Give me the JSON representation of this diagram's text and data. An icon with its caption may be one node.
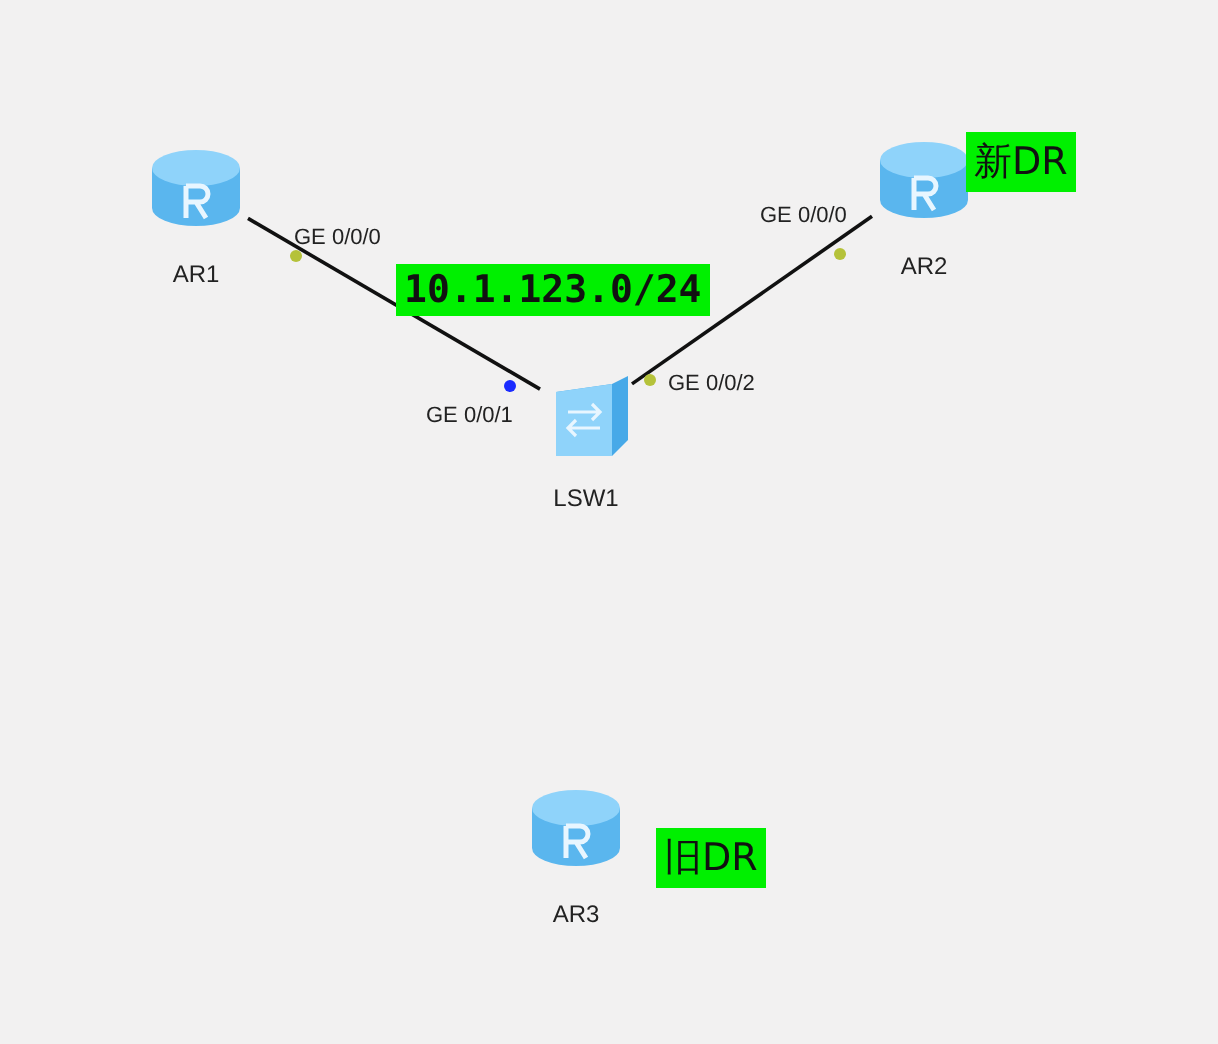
{
  "diagram": {
    "nodes": [
      {
        "text": [
          "AR1"
        ]
      },
      {
        "text": [
          "AR2"
        ],
        "beside": [
          "新DR"
        ]
      },
      {
        "text": [
          "LSW1"
        ]
      },
      {
        "text": [
          "AR3"
        ],
        "beside": [
          "旧DR"
        ]
      }
    ],
    "edges": [
      {
        "from": 0,
        "to": 2,
        "arrow": "none"
      },
      {
        "from": 1,
        "to": 2,
        "arrow": "none"
      }
    ],
    "labels": [
      "GE 0/0/0",
      "GE 0/0/0",
      "10.1.123.0/24",
      "GE 0/0/1",
      "GE 0/0/2"
    ]
  }
}
